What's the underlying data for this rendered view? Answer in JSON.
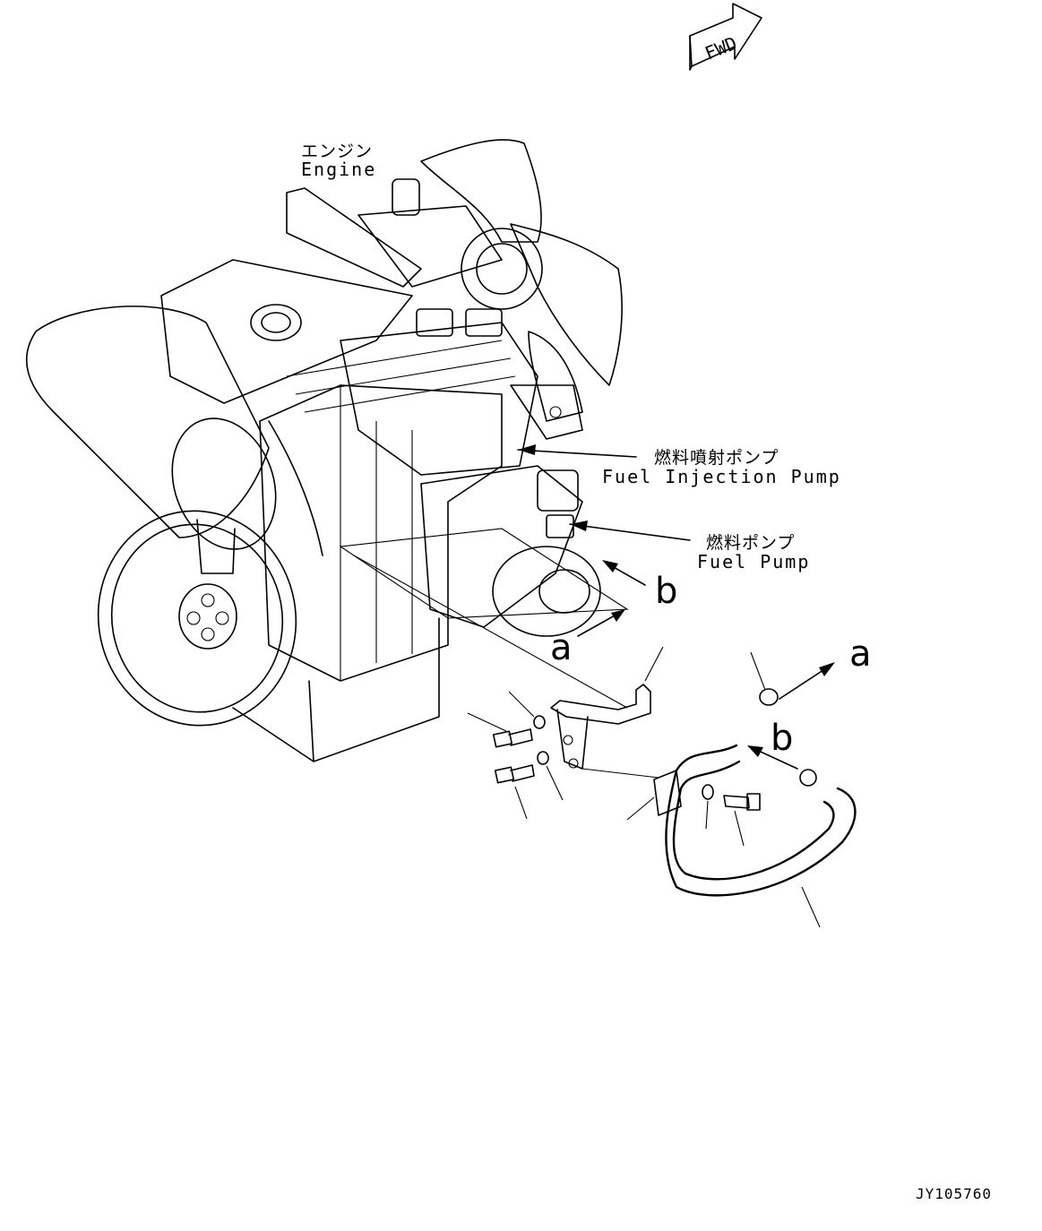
{
  "fwd_label": "FWD",
  "labels": {
    "engine_jp": "エンジン",
    "engine_en": "Engine",
    "fuel_injection_pump_jp": "燃料噴射ポンプ",
    "fuel_injection_pump_en": "Fuel Injection Pump",
    "fuel_pump_jp": "燃料ポンプ",
    "fuel_pump_en": "Fuel Pump"
  },
  "reference_letters": {
    "a_left": "a",
    "b_left": "b",
    "a_right": "a",
    "b_right": "b"
  },
  "drawing_number": "JY105760",
  "colors": {
    "line": "#000000",
    "background": "#ffffff"
  }
}
